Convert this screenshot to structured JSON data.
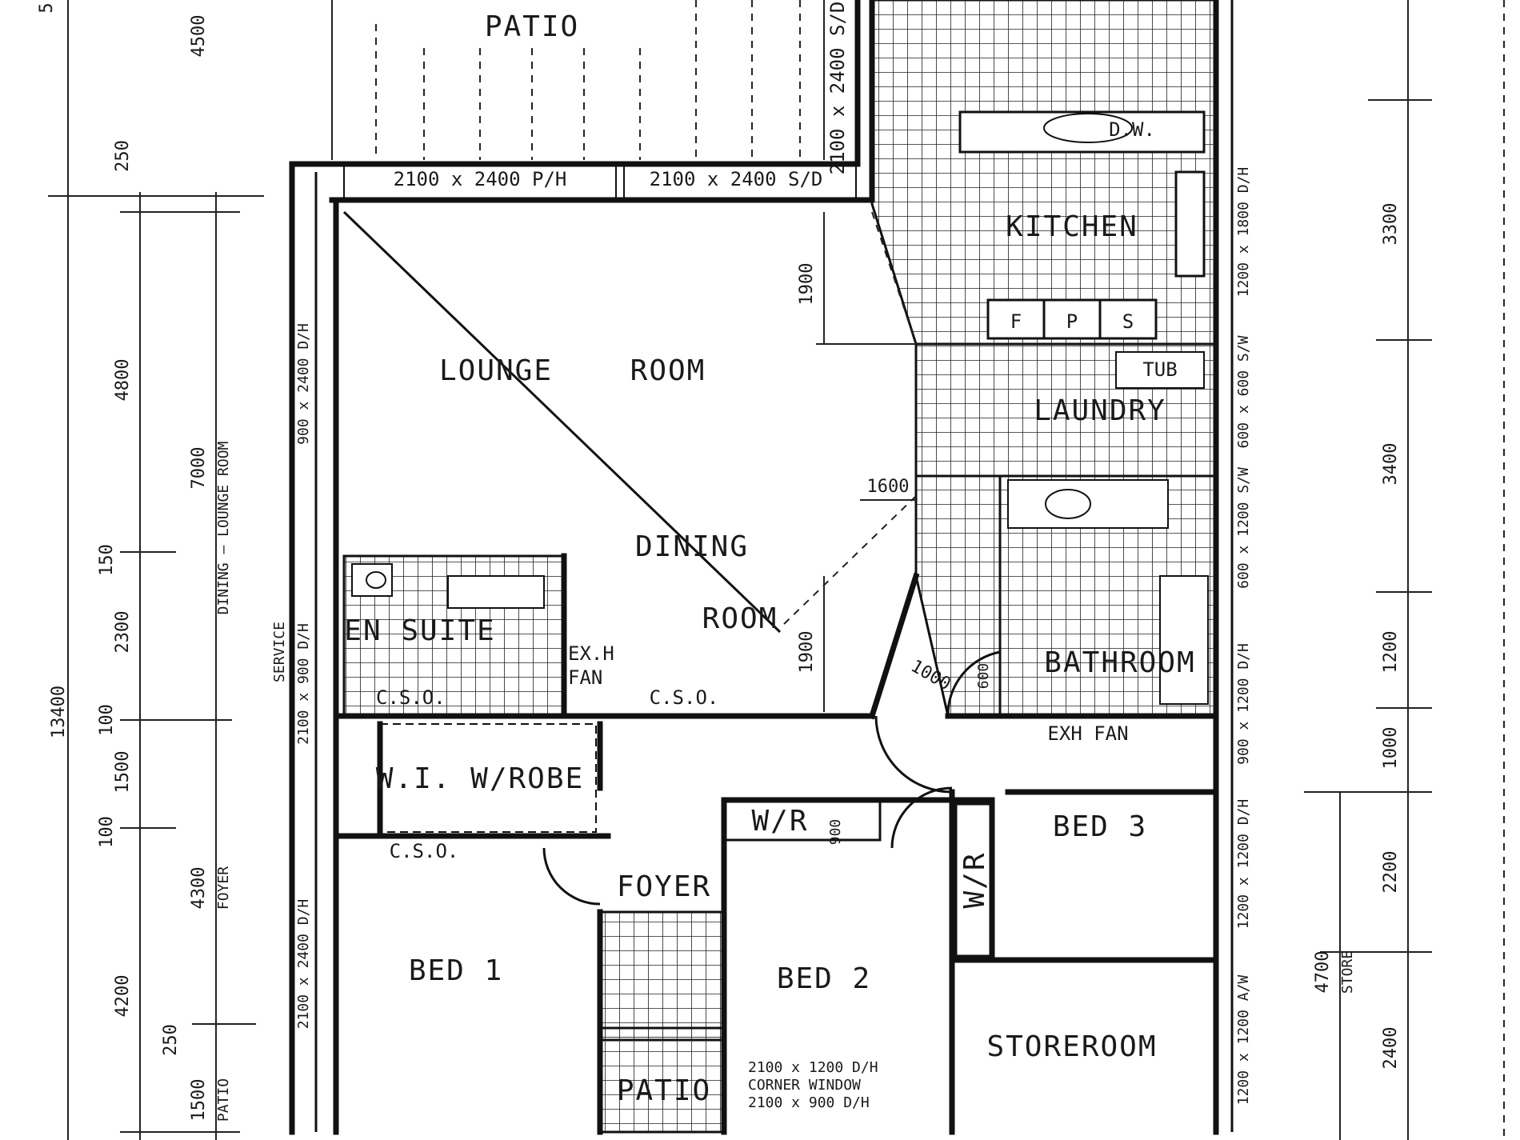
{
  "rooms": {
    "patio_top": "PATIO",
    "lounge": "LOUNGE",
    "lounge_room": "ROOM",
    "dining": "DINING",
    "dining_room": "ROOM",
    "kitchen": "KITCHEN",
    "laundry": "LAUNDRY",
    "tub": "TUB",
    "bathroom": "BATHROOM",
    "en_suite": "EN SUITE",
    "wi_wrobe": "W.I. W/ROBE",
    "wr_middle": "W/R",
    "wr_bed3": "W/R",
    "foyer": "FOYER",
    "bed1": "BED 1",
    "bed2": "BED 2",
    "bed3": "BED 3",
    "storeroom": "STOREROOM",
    "patio_bottom": "PATIO"
  },
  "fixtures": {
    "dw": "D.W.",
    "fridge": "F",
    "pantry": "P",
    "stove": "S",
    "exh_fan_1": "EX.H",
    "exh_fan_2": "FAN",
    "exh_fan_hall": "EXH FAN",
    "cso_1": "C.S.O.",
    "cso_2": "C.S.O.",
    "cso_3": "C.S.O."
  },
  "openings": {
    "top_pair_left": "2100 x 2400 P/H",
    "top_pair_right": "2100 x 2400 S/D",
    "left_wall_1": "900 x 2400 D/H",
    "left_wall_2": "SERVICE",
    "left_wall_3": "2100 x 900 D/H",
    "left_wall_bed1": "2100 x 2400 D/H",
    "bed2_note_1": "2100 x 1200 D/H",
    "bed2_note_2": "CORNER WINDOW",
    "bed2_note_3": "2100 x 900 D/H",
    "kitchen_right": "1200 x 1800 D/H",
    "right_wall_1": "600 x 600 S/W",
    "right_wall_2": "600 x 1200 S/W",
    "right_wall_3": "900 x 1200 D/H",
    "right_wall_4": "1200 x 1200 D/H",
    "right_wall_5": "1200 x 1200 A/W"
  },
  "dimensions": {
    "d4500": "4500",
    "d250": "250",
    "d4800": "4800",
    "d7000": "7000",
    "d150": "150",
    "d2300": "2300",
    "d100a": "100",
    "d1500": "1500",
    "d100b": "100",
    "d4300": "4300",
    "d4200": "4200",
    "d250b": "250",
    "d1500b": "1500",
    "d13400": "13400",
    "dining_lounge_room": "DINING — LOUNGE ROOM",
    "foyer_v": "FOYER",
    "patio_v": "PATIO",
    "d1900a": "1900",
    "d1900b": "1900",
    "d1600": "1600",
    "d1000": "1000",
    "d900": "900",
    "d600": "600",
    "d3300": "3300",
    "d3400": "3400",
    "d1200": "1200",
    "d1000b": "1000",
    "d2200": "2200",
    "d4700": "4700",
    "d2400": "2400",
    "store_v": "STORE",
    "d5": "5"
  },
  "colors": {
    "ink": "#111111",
    "paper": "#ffffff"
  }
}
